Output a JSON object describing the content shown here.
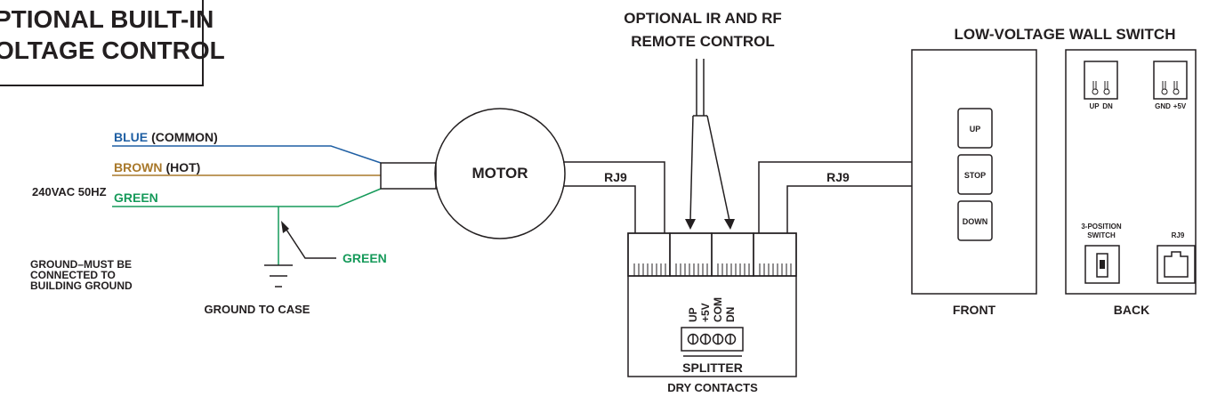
{
  "title_box": {
    "line1": "PTIONAL BUILT-IN",
    "line2": "OLTAGE CONTROL"
  },
  "remote_label": {
    "line1": "OPTIONAL IR AND RF",
    "line2": "REMOTE CONTROL"
  },
  "wall_switch_title": "LOW-VOLTAGE WALL SWITCH",
  "wires": {
    "blue": {
      "name": "BLUE",
      "note": "(COMMON)",
      "color": "#1f5fa3"
    },
    "brown": {
      "name": "BROWN",
      "note": "(HOT)",
      "color": "#a8782a"
    },
    "green": {
      "name": "GREEN",
      "color": "#169a5a"
    }
  },
  "supply_label": "240VAC 50HZ",
  "ground_wire_label": "GREEN",
  "ground_note": {
    "line1": "GROUND–MUST BE",
    "line2": "CONNECTED TO",
    "line3": "BUILDING GROUND"
  },
  "ground_to_case": "GROUND TO CASE",
  "motor_label": "MOTOR",
  "rj9_left": "RJ9",
  "rj9_right": "RJ9",
  "splitter": {
    "label": "SPLITTER",
    "dry_contacts": "DRY CONTACTS",
    "terminals": [
      "UP",
      "+5V",
      "COM",
      "DN"
    ]
  },
  "front_panel": {
    "label": "FRONT",
    "buttons": [
      "UP",
      "STOP",
      "DOWN"
    ]
  },
  "back_panel": {
    "label": "BACK",
    "jack1_labels": [
      "UP",
      "DN"
    ],
    "jack2_labels": [
      "GND",
      "+5V"
    ],
    "switch_label": {
      "line1": "3-POSITION",
      "line2": "SWITCH"
    },
    "rj9_label": "RJ9"
  }
}
